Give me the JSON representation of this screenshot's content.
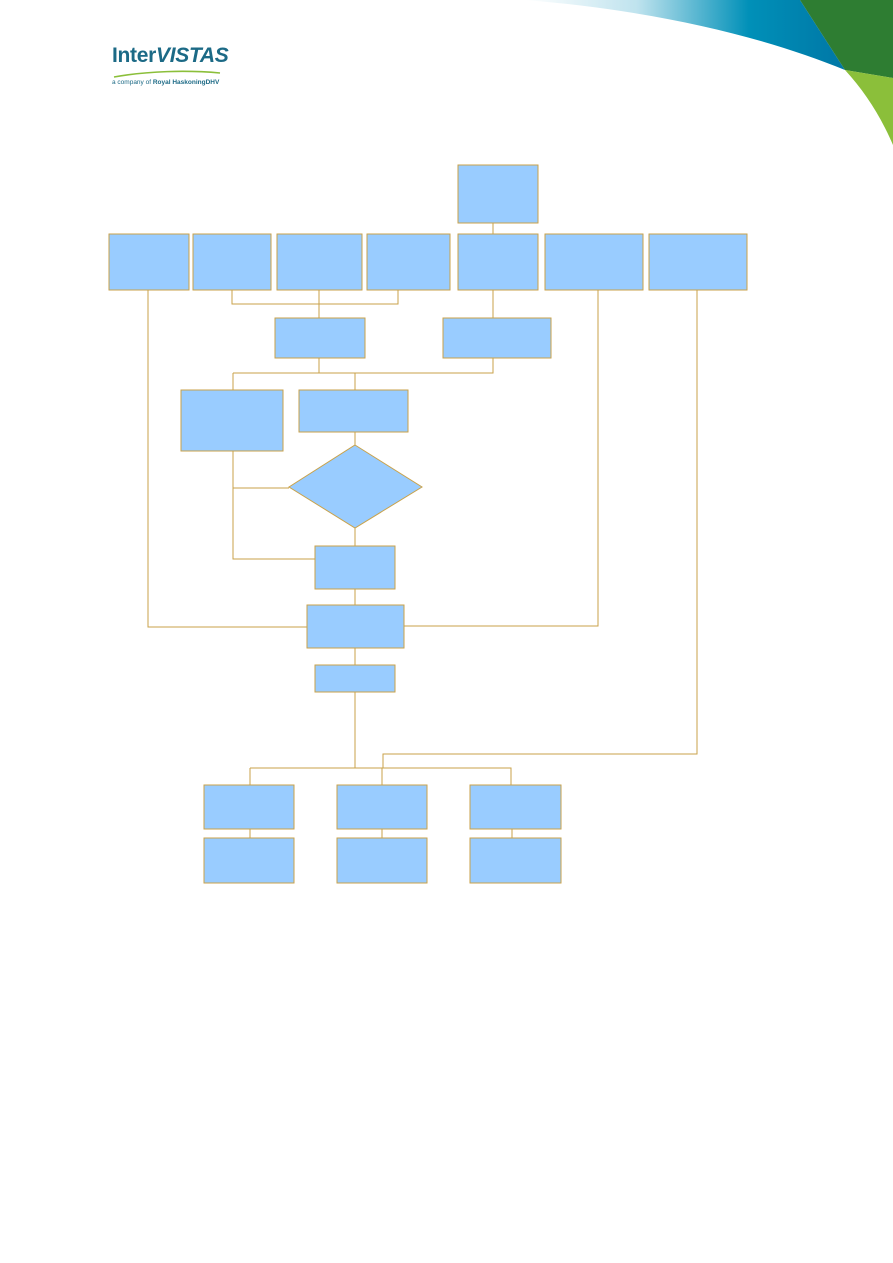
{
  "logo": {
    "brand_part1": "Inter",
    "brand_part2": "VISTAS",
    "tagline_prefix": "a company of",
    "tagline_company": "Royal HaskoningDHV"
  },
  "colors": {
    "box_fill": "#99ccff",
    "connector": "#c9a24a",
    "brand_teal": "#1c6a86",
    "swoosh_blue": "#0090b8",
    "swoosh_green": "#2e7d32",
    "swoosh_lime": "#8bbf3a"
  },
  "diagram": {
    "node_count": 22,
    "labels": []
  }
}
